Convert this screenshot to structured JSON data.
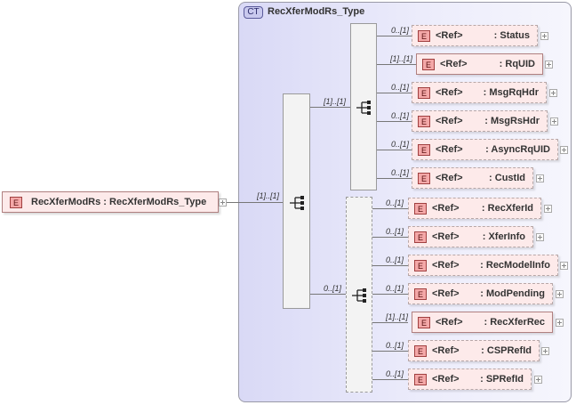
{
  "complex_type": {
    "badge": "CT",
    "name": "RecXferModRs_Type"
  },
  "root": {
    "badge": "E",
    "label": "RecXferModRs : RecXferModRs_Type",
    "occurrence": "[1]..[1]"
  },
  "seq_outer": {
    "occ_top": "[1]..[1]",
    "occ_bottom": "0..[1]"
  },
  "element_badge": "E",
  "ref_label": "<Ref>",
  "group1": [
    {
      "occ": "0..[1]",
      "name": ": Status"
    },
    {
      "occ": "[1]..[1]",
      "name": ": RqUID"
    },
    {
      "occ": "0..[1]",
      "name": ": MsgRqHdr"
    },
    {
      "occ": "0..[1]",
      "name": ": MsgRsHdr"
    },
    {
      "occ": "0..[1]",
      "name": ": AsyncRqUID"
    },
    {
      "occ": "0..[1]",
      "name": ": CustId"
    }
  ],
  "group2": [
    {
      "occ": "0..[1]",
      "name": ": RecXferId"
    },
    {
      "occ": "0..[1]",
      "name": ": XferInfo"
    },
    {
      "occ": "0..[1]",
      "name": ": RecModelInfo"
    },
    {
      "occ": "0..[1]",
      "name": ": ModPending"
    },
    {
      "occ": "[1]..[1]",
      "name": ": RecXferRec"
    },
    {
      "occ": "0..[1]",
      "name": ": CSPRefId"
    },
    {
      "occ": "0..[1]",
      "name": ": SPRefId"
    }
  ]
}
